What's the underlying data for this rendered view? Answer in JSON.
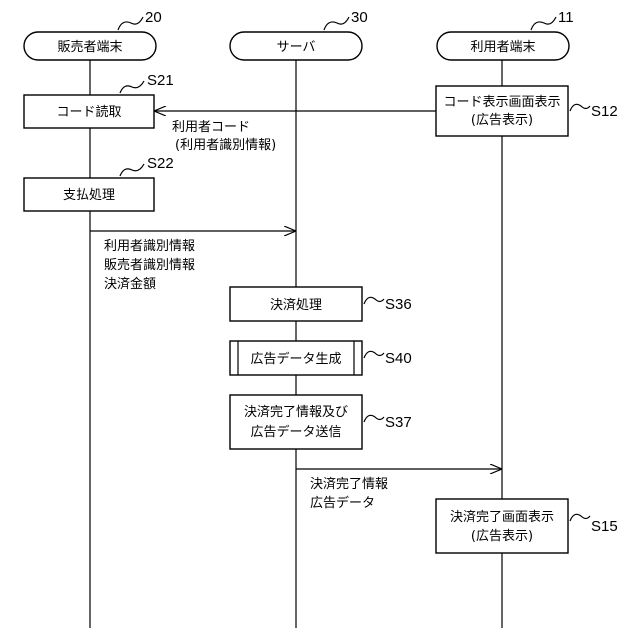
{
  "participants": {
    "vendor": {
      "name": "販売者端末",
      "ref": "20"
    },
    "server": {
      "name": "サーバ",
      "ref": "30"
    },
    "user": {
      "name": "利用者端末",
      "ref": "11"
    }
  },
  "steps": {
    "s21": {
      "label": "コード読取",
      "ref": "S21"
    },
    "s22": {
      "label": "支払処理",
      "ref": "S22"
    },
    "s12": {
      "line1": "コード表示画面表示",
      "line2": "(広告表示)",
      "ref": "S12"
    },
    "s36": {
      "label": "決済処理",
      "ref": "S36"
    },
    "s40": {
      "label": "広告データ生成",
      "ref": "S40"
    },
    "s37": {
      "line1": "決済完了情報及び",
      "line2": "広告データ送信",
      "ref": "S37"
    },
    "s15": {
      "line1": "決済完了画面表示",
      "line2": "(広告表示)",
      "ref": "S15"
    }
  },
  "messages": {
    "user_code": {
      "line1": "利用者コード",
      "line2": "(利用者識別情報)"
    },
    "payment_request": {
      "line1": "利用者識別情報",
      "line2": "販売者識別情報",
      "line3": "決済金額"
    },
    "settlement_result": {
      "line1": "決済完了情報",
      "line2": "広告データ"
    }
  }
}
